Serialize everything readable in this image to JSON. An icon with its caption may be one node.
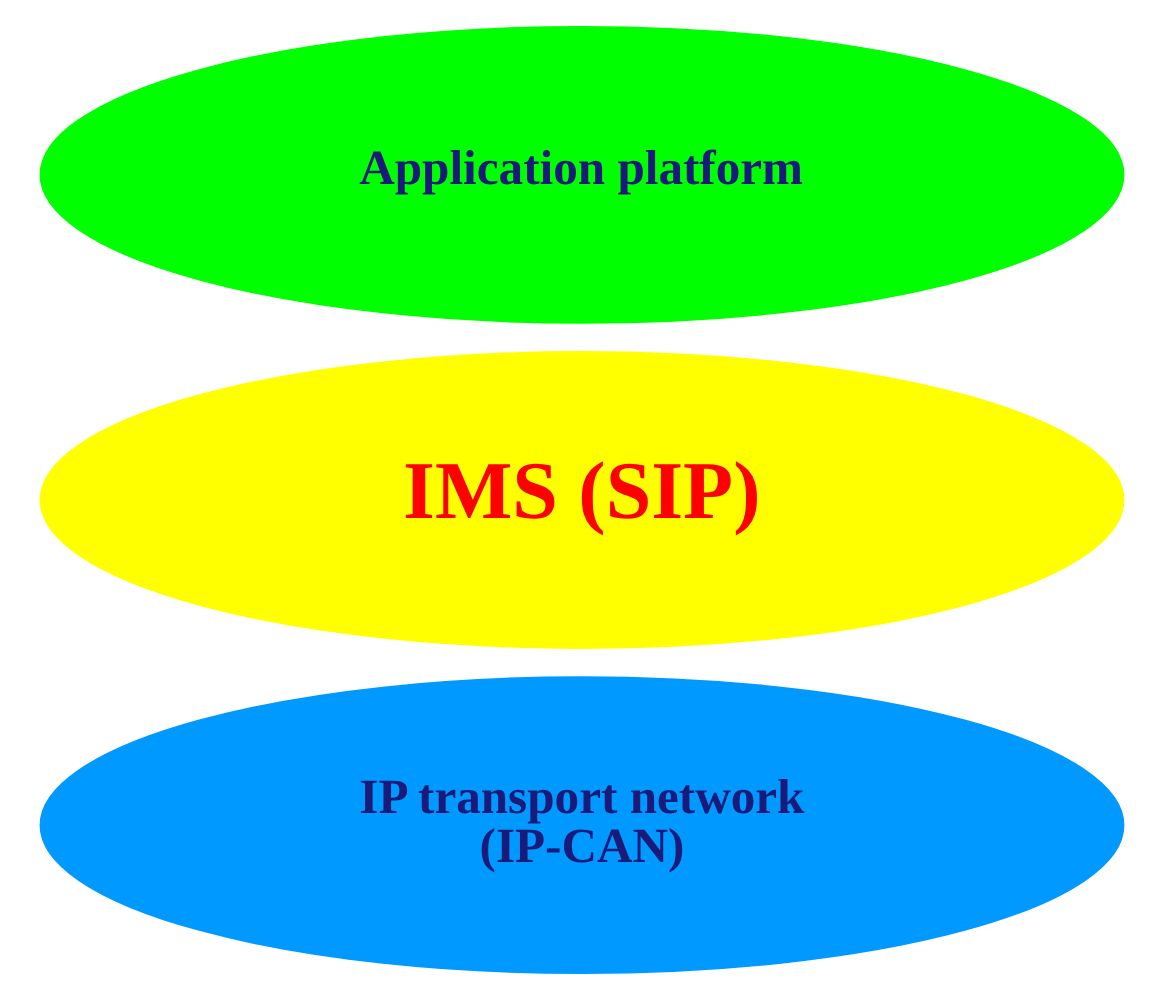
{
  "diagram": {
    "nodes": [
      {
        "text": [
          "Application platform"
        ]
      },
      {
        "text": [
          "IMS (SIP)"
        ]
      },
      {
        "text": [
          "IP transport network (IP-CAN)"
        ]
      }
    ]
  }
}
